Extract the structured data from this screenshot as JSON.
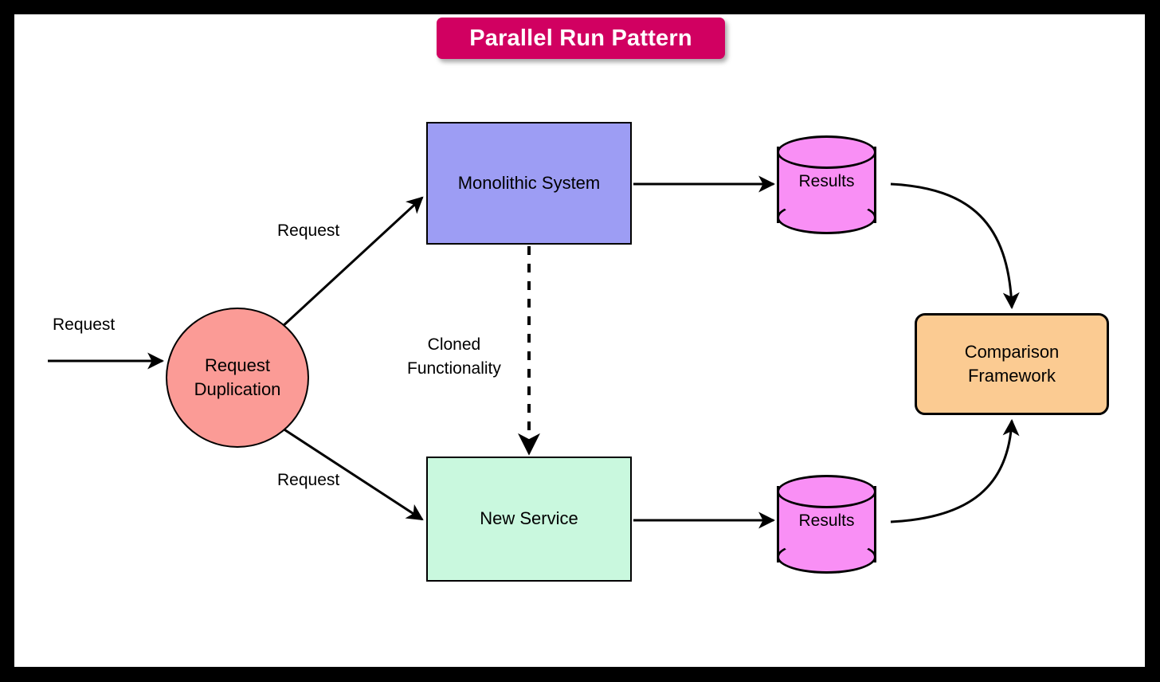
{
  "diagram": {
    "title": "Parallel Run Pattern",
    "title_bg_color": "#d10061",
    "title_text_color": "#ffffff",
    "canvas_bg_color": "#ffffff",
    "frame_color": "#000000",
    "type": "flowchart",
    "nodes": [
      {
        "id": "request-duplication",
        "label_line1": "Request",
        "label_line2": "Duplication",
        "shape": "circle",
        "fill": "#fb9b96"
      },
      {
        "id": "monolithic-system",
        "label": "Monolithic System",
        "shape": "rectangle",
        "fill": "#9d9df4"
      },
      {
        "id": "new-service",
        "label": "New Service",
        "shape": "rectangle",
        "fill": "#c9f8de"
      },
      {
        "id": "results-top",
        "label": "Results",
        "shape": "cylinder",
        "fill": "#f98ff5"
      },
      {
        "id": "results-bottom",
        "label": "Results",
        "shape": "cylinder",
        "fill": "#f98ff5"
      },
      {
        "id": "comparison-framework",
        "label_line1": "Comparison",
        "label_line2": "Framework",
        "shape": "rounded-rectangle",
        "fill": "#fbcb92"
      }
    ],
    "edges": [
      {
        "id": "inbound-request",
        "from": "external",
        "to": "request-duplication",
        "label": "Request",
        "style": "solid-arrow"
      },
      {
        "id": "dup-to-monolith",
        "from": "request-duplication",
        "to": "monolithic-system",
        "label": "Request",
        "style": "solid-arrow"
      },
      {
        "id": "dup-to-newservice",
        "from": "request-duplication",
        "to": "new-service",
        "label": "Request",
        "style": "solid-arrow"
      },
      {
        "id": "monolith-to-newservice",
        "from": "monolithic-system",
        "to": "new-service",
        "label_line1": "Cloned",
        "label_line2": "Functionality",
        "style": "dashed-arrow"
      },
      {
        "id": "monolith-to-results",
        "from": "monolithic-system",
        "to": "results-top",
        "label": "",
        "style": "solid-arrow"
      },
      {
        "id": "newservice-to-results",
        "from": "new-service",
        "to": "results-bottom",
        "label": "",
        "style": "solid-arrow"
      },
      {
        "id": "results-top-to-comparison",
        "from": "results-top",
        "to": "comparison-framework",
        "label": "",
        "style": "curved-arrow"
      },
      {
        "id": "results-bottom-to-comparison",
        "from": "results-bottom",
        "to": "comparison-framework",
        "label": "",
        "style": "curved-arrow"
      }
    ]
  }
}
